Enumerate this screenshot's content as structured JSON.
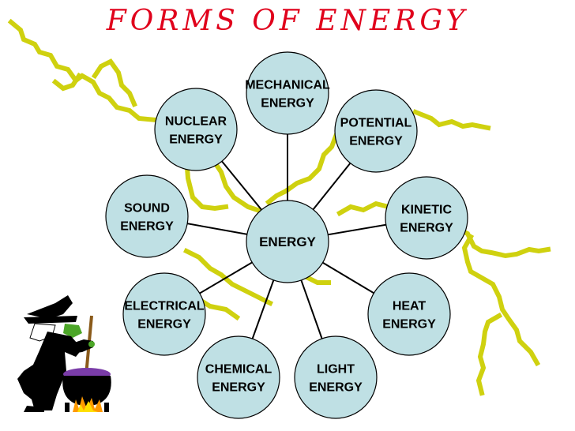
{
  "title": "FORMS OF ENERGY",
  "center": {
    "lines": [
      "ENERGY"
    ]
  },
  "nodes": [
    {
      "id": "mechanical",
      "lines": [
        "MECHANICAL",
        "ENERGY"
      ]
    },
    {
      "id": "potential",
      "lines": [
        "POTENTIAL",
        "ENERGY"
      ]
    },
    {
      "id": "kinetic",
      "lines": [
        "KINETIC",
        "ENERGY"
      ]
    },
    {
      "id": "heat",
      "lines": [
        "HEAT",
        "ENERGY"
      ]
    },
    {
      "id": "light",
      "lines": [
        "LIGHT",
        "ENERGY"
      ]
    },
    {
      "id": "chemical",
      "lines": [
        "CHEMICAL",
        "ENERGY"
      ]
    },
    {
      "id": "electrical",
      "lines": [
        "ELECTRICAL",
        "ENERGY"
      ]
    },
    {
      "id": "sound",
      "lines": [
        "SOUND",
        "ENERGY"
      ]
    },
    {
      "id": "nuclear",
      "lines": [
        "NUCLEAR",
        "ENERGY"
      ]
    }
  ],
  "colors": {
    "title": "#e0001b",
    "circle_fill": "#bfe0e4",
    "circle_stroke": "#000000",
    "lightning": "#cfd10f"
  },
  "decorations": [
    "lightning-bolts",
    "witch-with-cauldron"
  ]
}
